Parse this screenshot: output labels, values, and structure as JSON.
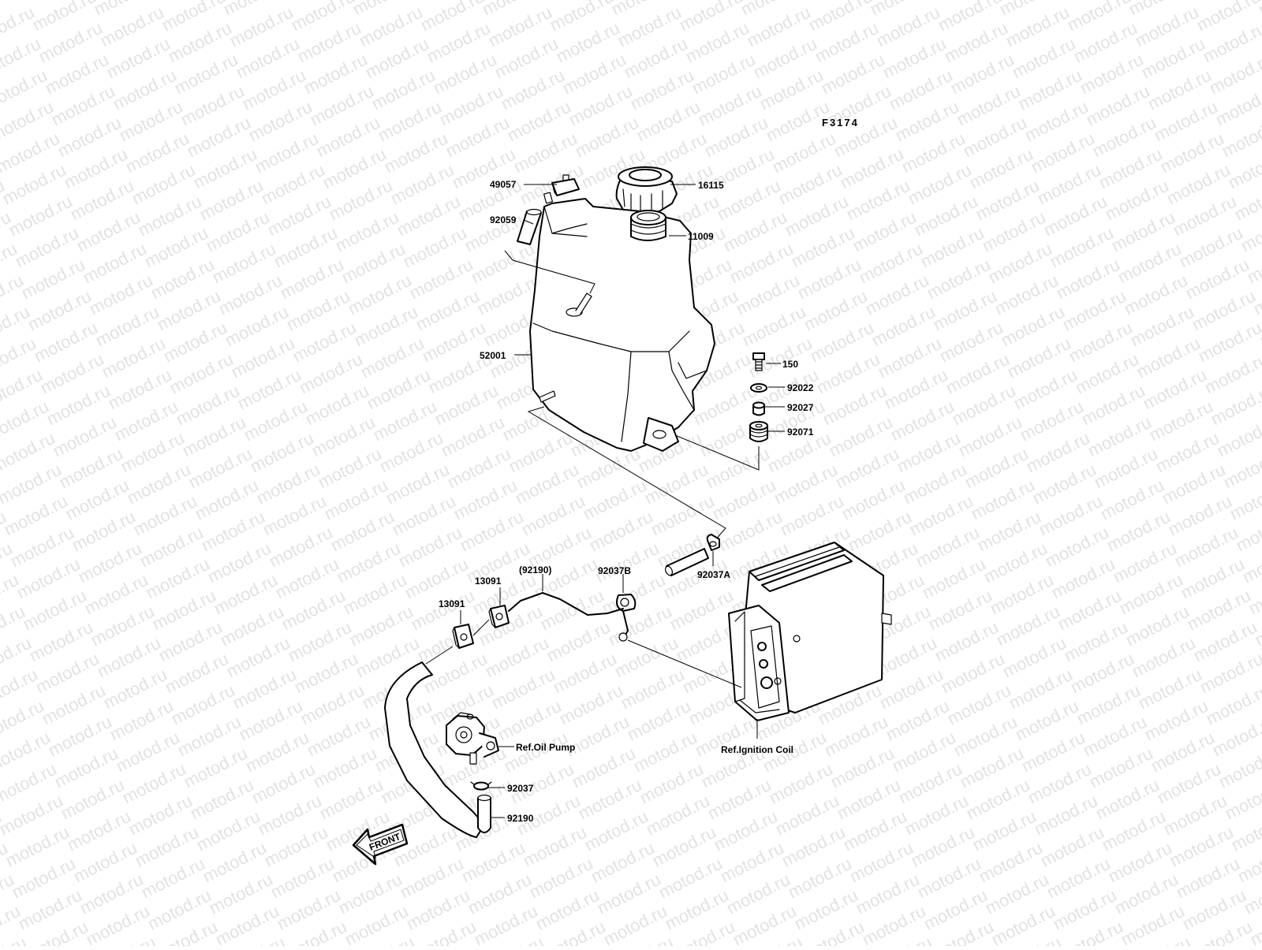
{
  "watermark": "motod.ru",
  "figure_code": "F3174",
  "parts": [
    {
      "id": "49057",
      "label": "49057"
    },
    {
      "id": "16115",
      "label": "16115"
    },
    {
      "id": "92059",
      "label": "92059"
    },
    {
      "id": "11009",
      "label": "11009"
    },
    {
      "id": "52001",
      "label": "52001"
    },
    {
      "id": "150",
      "label": "150"
    },
    {
      "id": "92022",
      "label": "92022"
    },
    {
      "id": "92027",
      "label": "92027"
    },
    {
      "id": "92071",
      "label": "92071"
    },
    {
      "id": "92037A",
      "label": "92037A"
    },
    {
      "id": "92037B",
      "label": "92037B"
    },
    {
      "id": "92190-ref",
      "label": "(92190)"
    },
    {
      "id": "13091-a",
      "label": "13091"
    },
    {
      "id": "13091-b",
      "label": "13091"
    },
    {
      "id": "oil-pump",
      "label": "Ref.Oil Pump"
    },
    {
      "id": "ignition-coil",
      "label": "Ref.Ignition Coil"
    },
    {
      "id": "92037",
      "label": "92037"
    },
    {
      "id": "92190",
      "label": "92190"
    }
  ],
  "front_arrow": {
    "label": "FRONT"
  }
}
